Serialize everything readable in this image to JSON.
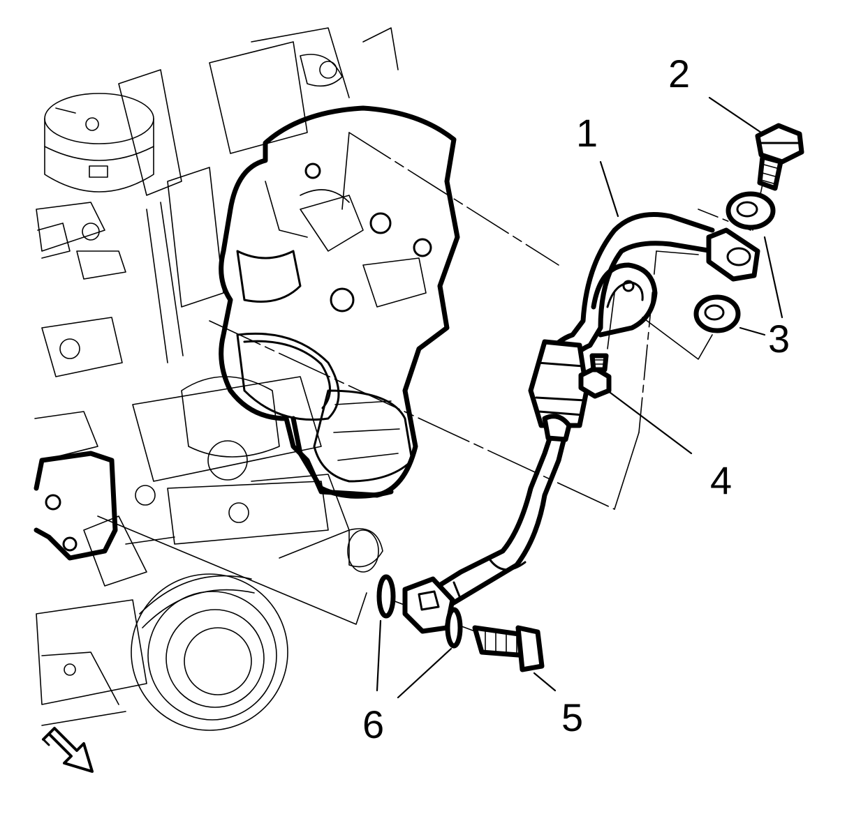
{
  "callouts": [
    {
      "id": "1",
      "label": "1"
    },
    {
      "id": "2",
      "label": "2"
    },
    {
      "id": "3a",
      "label": "3"
    },
    {
      "id": "4",
      "label": "4"
    },
    {
      "id": "5",
      "label": "5"
    },
    {
      "id": "6",
      "label": "6"
    }
  ],
  "icons": {
    "direction_arrow": "front-direction-arrow-icon"
  },
  "colors": {
    "line": "#000000",
    "background": "#ffffff"
  }
}
